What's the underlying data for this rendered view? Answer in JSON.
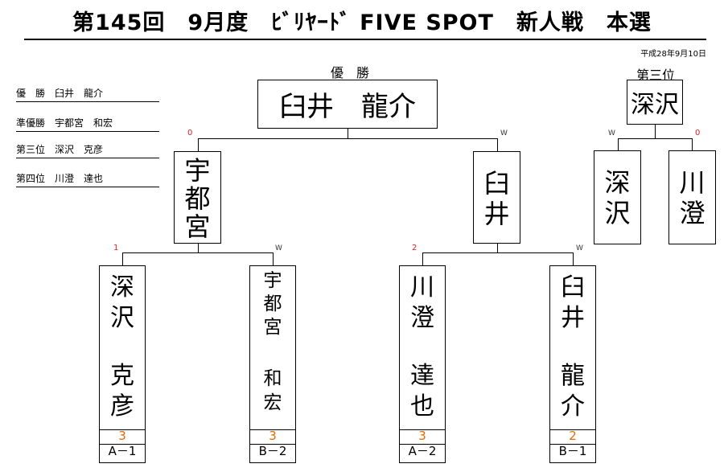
{
  "header": {
    "title": "第145回　9月度　ﾋﾞﾘﾔｰﾄﾞ FIVE SPOT　新人戦　本選",
    "date": "平成28年9月10日"
  },
  "results": [
    {
      "label": "優　勝　臼井　龍介"
    },
    {
      "label": "準優勝　宇都宮　和宏"
    },
    {
      "label": "第三位　深沢　克彦"
    },
    {
      "label": "第四位　川澄　達也"
    }
  ],
  "labels": {
    "champion": "優　勝",
    "third_place": "第三位"
  },
  "champion": {
    "name": "臼井　龍介"
  },
  "semi": {
    "left": {
      "c1": "宇",
      "c2": "都",
      "c3": "宮",
      "score": "0"
    },
    "right": {
      "c1": "臼",
      "c2": "井",
      "score": "W"
    }
  },
  "third": {
    "winner": {
      "name": "深沢"
    },
    "left": {
      "c1": "深",
      "c2": "沢",
      "score": "W"
    },
    "right": {
      "c1": "川",
      "c2": "澄",
      "score": "0"
    }
  },
  "players": [
    {
      "c1": "深",
      "c2": "沢",
      "c3": "克",
      "c4": "彦",
      "seed_score": "1",
      "game_score": "3",
      "code": "A－1"
    },
    {
      "c1": "宇",
      "c2": "都",
      "c3": "宮",
      "c4": "和",
      "c5": "宏",
      "seed_score": "W",
      "game_score": "3",
      "code": "B－2"
    },
    {
      "c1": "川",
      "c2": "澄",
      "c3": "達",
      "c4": "也",
      "seed_score": "2",
      "game_score": "3",
      "code": "A－2"
    },
    {
      "c1": "臼",
      "c2": "井",
      "c3": "龍",
      "c4": "介",
      "seed_score": "W",
      "game_score": "2",
      "code": "B－1"
    }
  ]
}
